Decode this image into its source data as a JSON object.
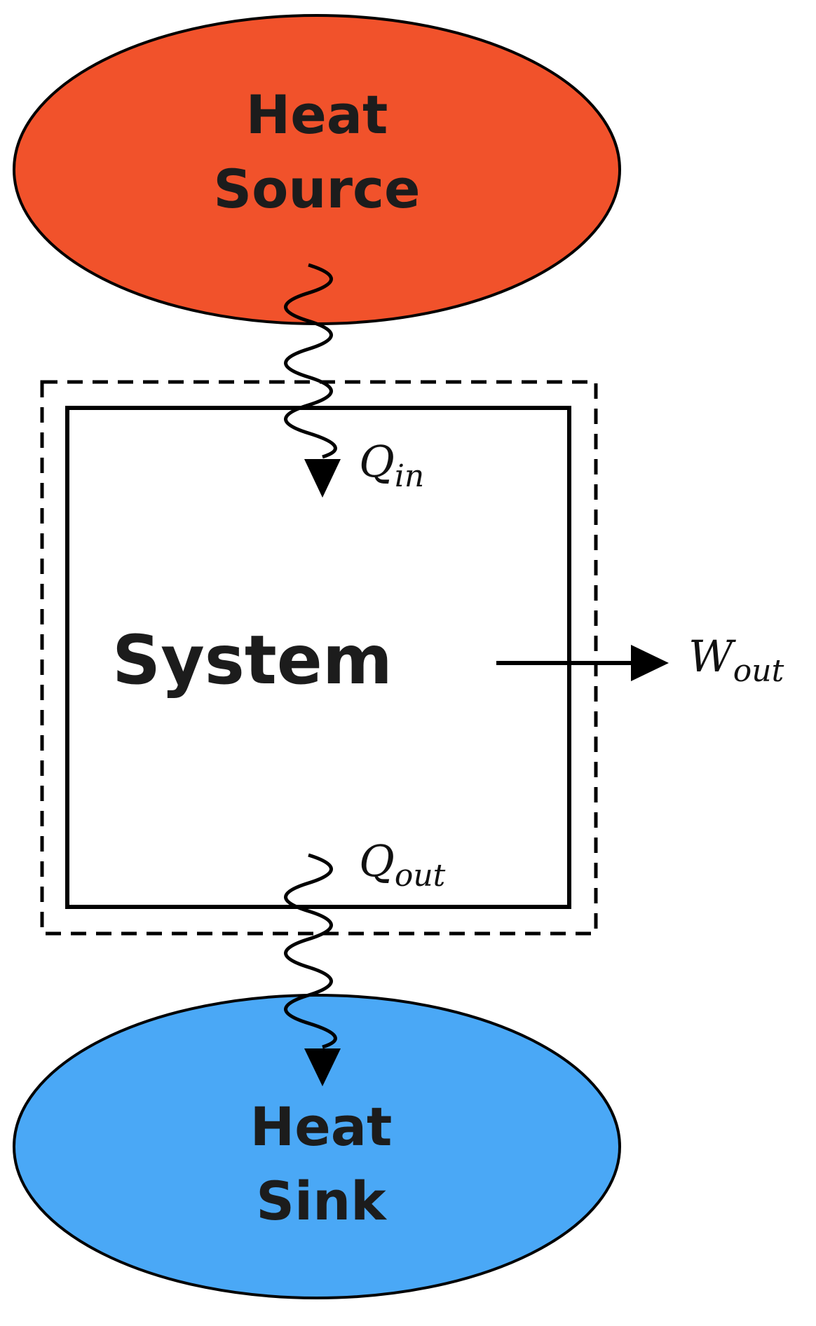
{
  "colors": {
    "heat_source": "#f1522b",
    "heat_sink": "#4aa8f6",
    "stroke": "#000000",
    "text": "#1c1c1c"
  },
  "heat_source": {
    "line1": "Heat",
    "line2": "Source"
  },
  "heat_sink": {
    "line1": "Heat",
    "line2": "Sink"
  },
  "system": {
    "label": "System"
  },
  "flows": {
    "q_in": {
      "symbol": "Q",
      "subscript": "in"
    },
    "q_out": {
      "symbol": "Q",
      "subscript": "out"
    },
    "w_out": {
      "symbol": "W",
      "subscript": "out"
    }
  }
}
